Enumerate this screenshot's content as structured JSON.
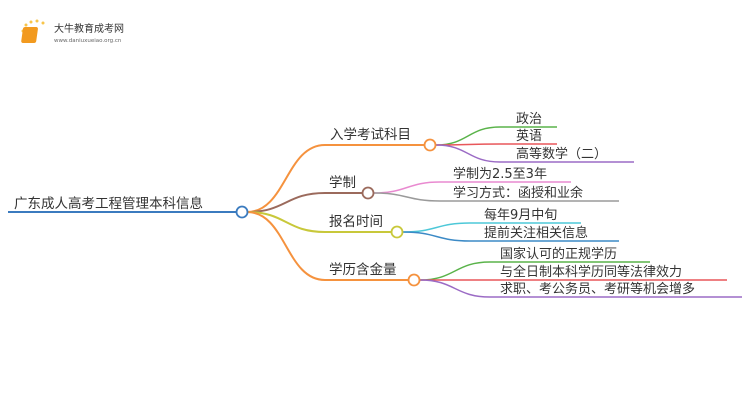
{
  "logo": {
    "name": "大牛教育成考网",
    "url": "www.daniuxueiao.org.cn"
  },
  "root": {
    "label": "广东成人高考工程管理本科信息",
    "color": "#3b7bbf"
  },
  "branches": [
    {
      "label": "入学考试科目",
      "color": "#f5923e",
      "children": [
        {
          "label": "政治",
          "color": "#5ab34a"
        },
        {
          "label": "英语",
          "color": "#e8575a"
        },
        {
          "label": "高等数学（二）",
          "color": "#9b6bc5"
        }
      ]
    },
    {
      "label": "学制",
      "color": "#9b6a5c",
      "children": [
        {
          "label": "学制为2.5至3年",
          "color": "#e98ad0"
        },
        {
          "label": "学习方式：函授和业余",
          "color": "#9a9a9a"
        }
      ]
    },
    {
      "label": "报名时间",
      "color": "#c8c83a",
      "children": [
        {
          "label": "每年9月中旬",
          "color": "#4dc8d8"
        },
        {
          "label": "提前关注相关信息",
          "color": "#3c8ac6"
        }
      ]
    },
    {
      "label": "学历含金量",
      "color": "#f5923e",
      "children": [
        {
          "label": "国家认可的正规学历",
          "color": "#5ab34a"
        },
        {
          "label": "与全日制本科学历同等法律效力",
          "color": "#e8575a"
        },
        {
          "label": "求职、考公务员、考研等机会增多",
          "color": "#9b6bc5"
        }
      ]
    }
  ]
}
